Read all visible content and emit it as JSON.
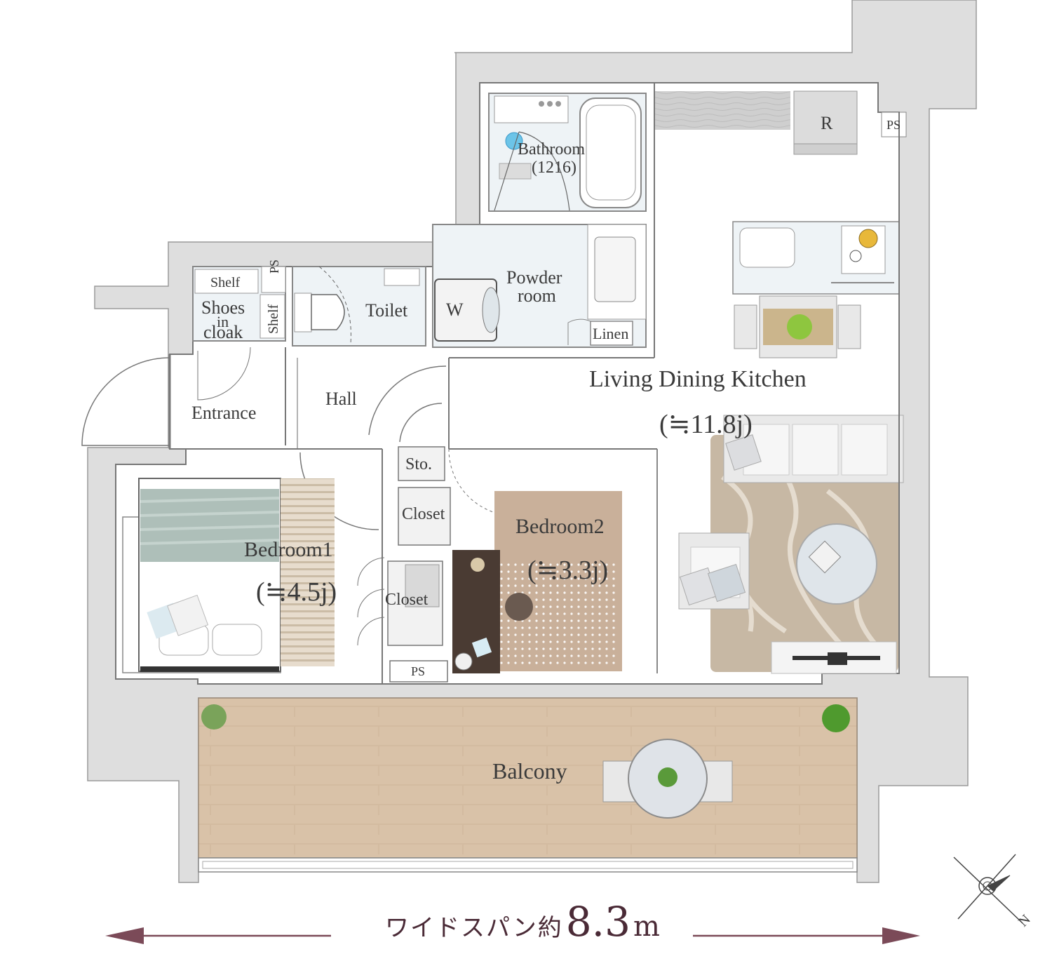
{
  "rooms": {
    "bathroom": "Bathroom",
    "bathroom_size": "(1216)",
    "refrigerator": "R",
    "ps_kitchen": "PS",
    "powder_room_line1": "Powder",
    "powder_room_line2": "room",
    "washer": "W",
    "linen": "Linen",
    "toilet": "Toilet",
    "shelf_top": "Shelf",
    "ps_entry": "PS",
    "shoes_line1": "Shoes",
    "shoes_line2": "in",
    "shoes_line3": "cloak",
    "shelf_side": "Shelf",
    "entrance": "Entrance",
    "hall": "Hall",
    "ldk": "Living Dining Kitchen",
    "ldk_size": "(≒11.8j)",
    "storage": "Sto.",
    "closet_upper": "Closet",
    "closet_lower": "Closet",
    "bedroom2": "Bedroom2",
    "bedroom2_size": "(≒3.3j)",
    "bedroom1": "Bedroom1",
    "bedroom1_size": "(≒4.5j)",
    "ps_bottom": "PS",
    "balcony": "Balcony"
  },
  "caption": {
    "prefix": "ワイドスパン約",
    "value": "8.3",
    "unit": "m"
  },
  "compass": {
    "north_label": "N"
  },
  "colors": {
    "wall": "#dcdcdc",
    "wet_area": "#eef3f6",
    "balcony": "#d6bfa6",
    "rug_living": "#c7b8a4",
    "rug_bedroom2": "#c9b09a",
    "caption_arrow": "#7b4a58"
  }
}
